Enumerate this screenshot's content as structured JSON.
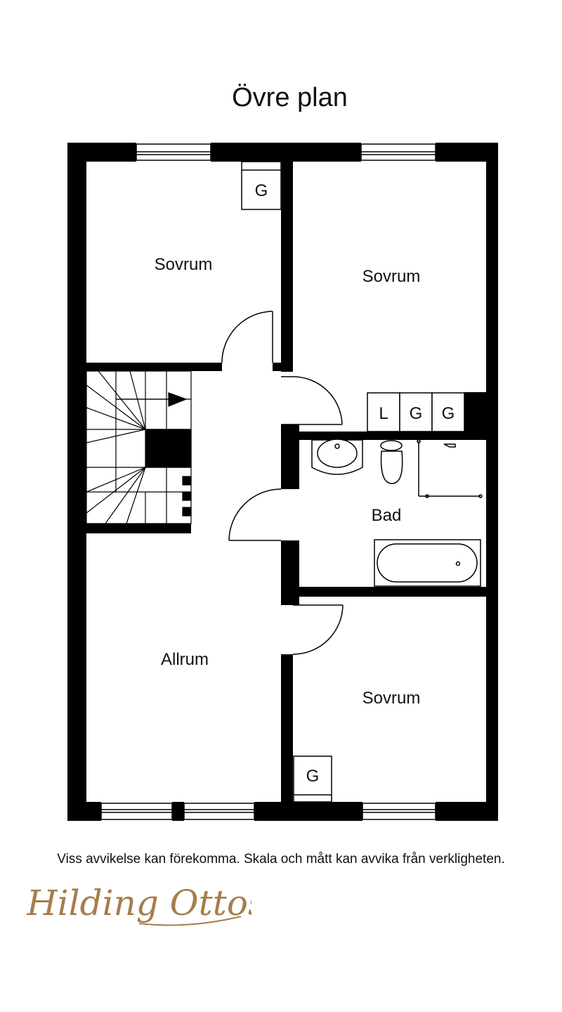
{
  "title": "Övre plan",
  "rooms": [
    {
      "id": "sovrum-1",
      "label": "Sovrum"
    },
    {
      "id": "sovrum-2",
      "label": "Sovrum"
    },
    {
      "id": "bad",
      "label": "Bad"
    },
    {
      "id": "allrum",
      "label": "Allrum"
    },
    {
      "id": "sovrum-3",
      "label": "Sovrum"
    }
  ],
  "cabinets": [
    "G",
    "L",
    "G",
    "G",
    "G"
  ],
  "disclaimer": "Viss avvikelse kan förekomma. Skala och mått kan avvika från verkligheten.",
  "logo": "Hilding Ottosson",
  "colors": {
    "wall": "#000000",
    "logo": "#a67d4d",
    "background": "#ffffff"
  }
}
